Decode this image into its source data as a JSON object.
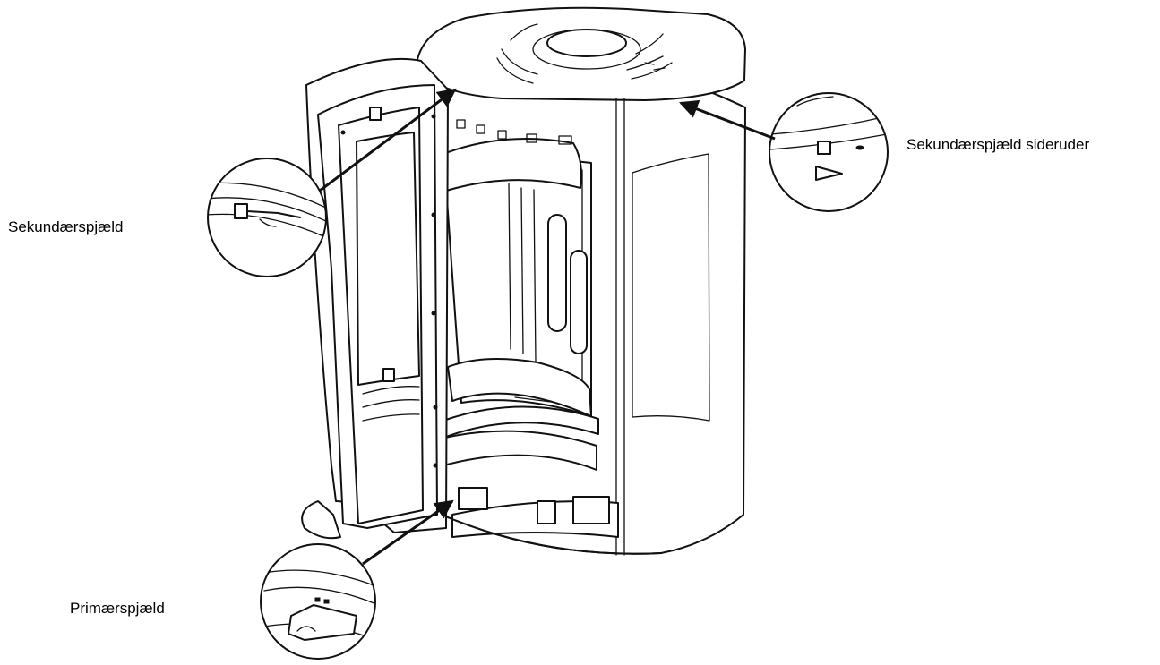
{
  "labels": {
    "secondary_damper": "Sekundærspjæld",
    "secondary_damper_side_windows": "Sekundærspjæld sideruder",
    "primary_damper": "Primærspjæld"
  },
  "colors": {
    "line": "#111111",
    "background": "#ffffff"
  },
  "icons": {
    "arrow": "arrow-icon",
    "detail_zoom": "magnifier-circle-icon"
  }
}
